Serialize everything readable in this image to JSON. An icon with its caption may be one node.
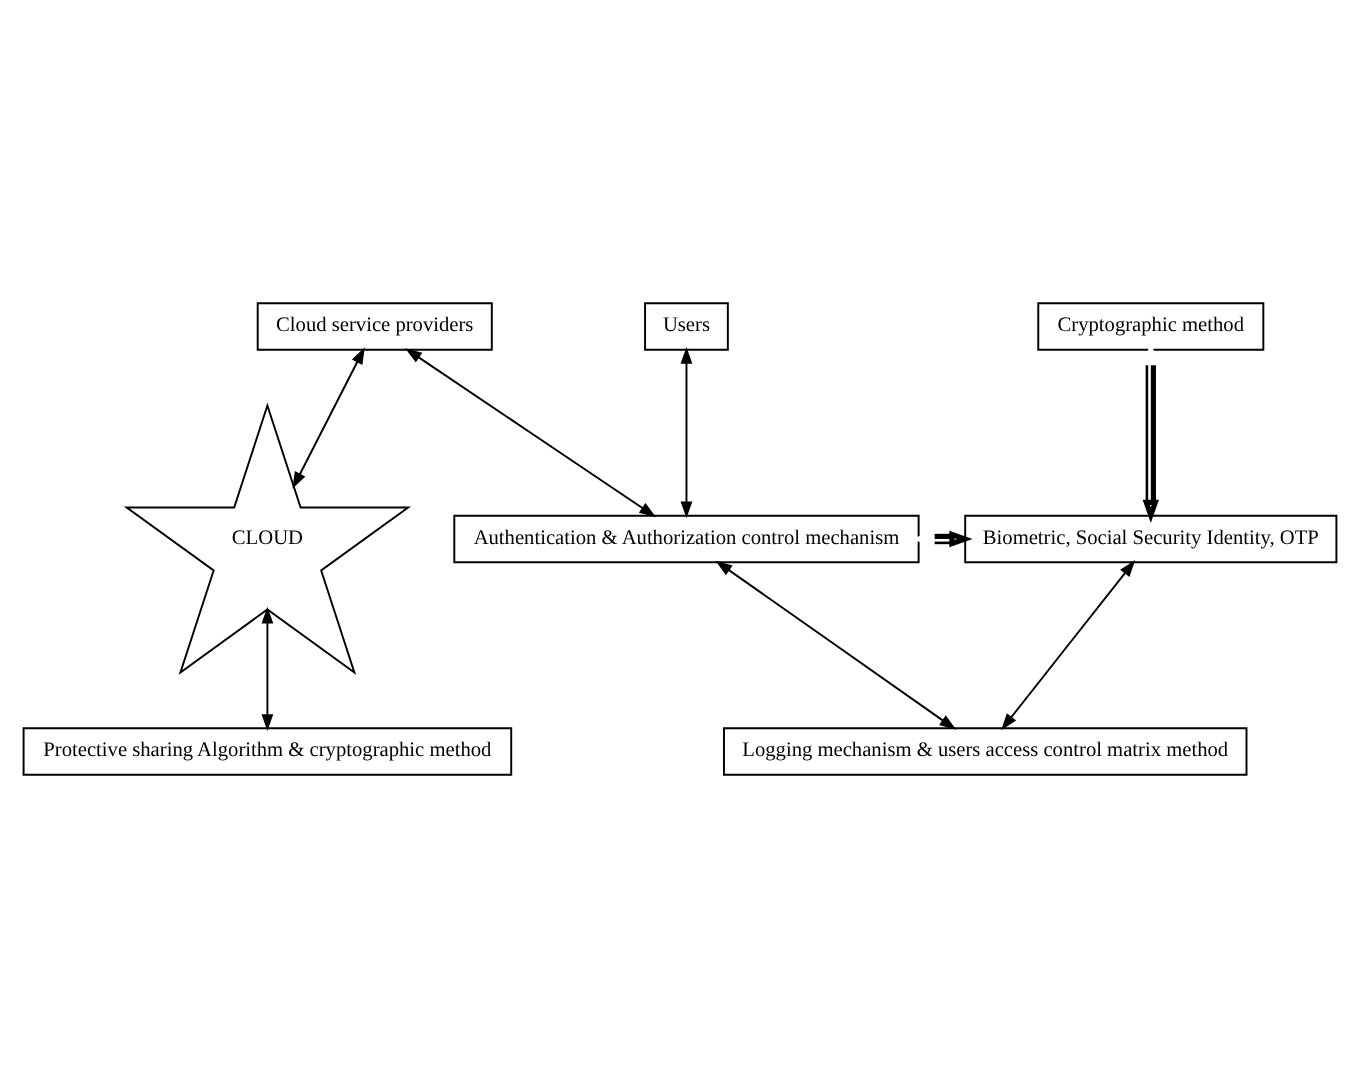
{
  "diagram": {
    "nodes": [
      {
        "text": [
          "Users"
        ]
      },
      {
        "text": [
          "Cryptographic method"
        ]
      },
      {
        "text": [
          "Cloud service providers"
        ]
      },
      {
        "text": [
          "Authentication & Authorization control mechanism"
        ]
      },
      {
        "text": [
          "Biometric, Social Security Identity, OTP"
        ]
      },
      {
        "text": [
          "CLOUD"
        ]
      },
      {
        "text": [
          "Logging mechanism & users access control matrix method"
        ]
      },
      {
        "text": [
          "Protective sharing Algorithm & cryptographic method"
        ]
      }
    ],
    "edges": [
      {
        "from": 0,
        "to": 3,
        "arrow": "both"
      },
      {
        "from": 1,
        "to": 4,
        "arrow": "both",
        "style": "thick"
      },
      {
        "from": 3,
        "to": 2,
        "arrow": "both"
      },
      {
        "from": 3,
        "to": 4,
        "arrow": "both",
        "style": "thick"
      },
      {
        "from": 2,
        "to": 5,
        "arrow": "both"
      },
      {
        "from": 5,
        "to": 7,
        "arrow": "both"
      },
      {
        "from": 3,
        "to": 6,
        "arrow": "both"
      },
      {
        "from": 4,
        "to": 6,
        "arrow": "both"
      }
    ]
  }
}
